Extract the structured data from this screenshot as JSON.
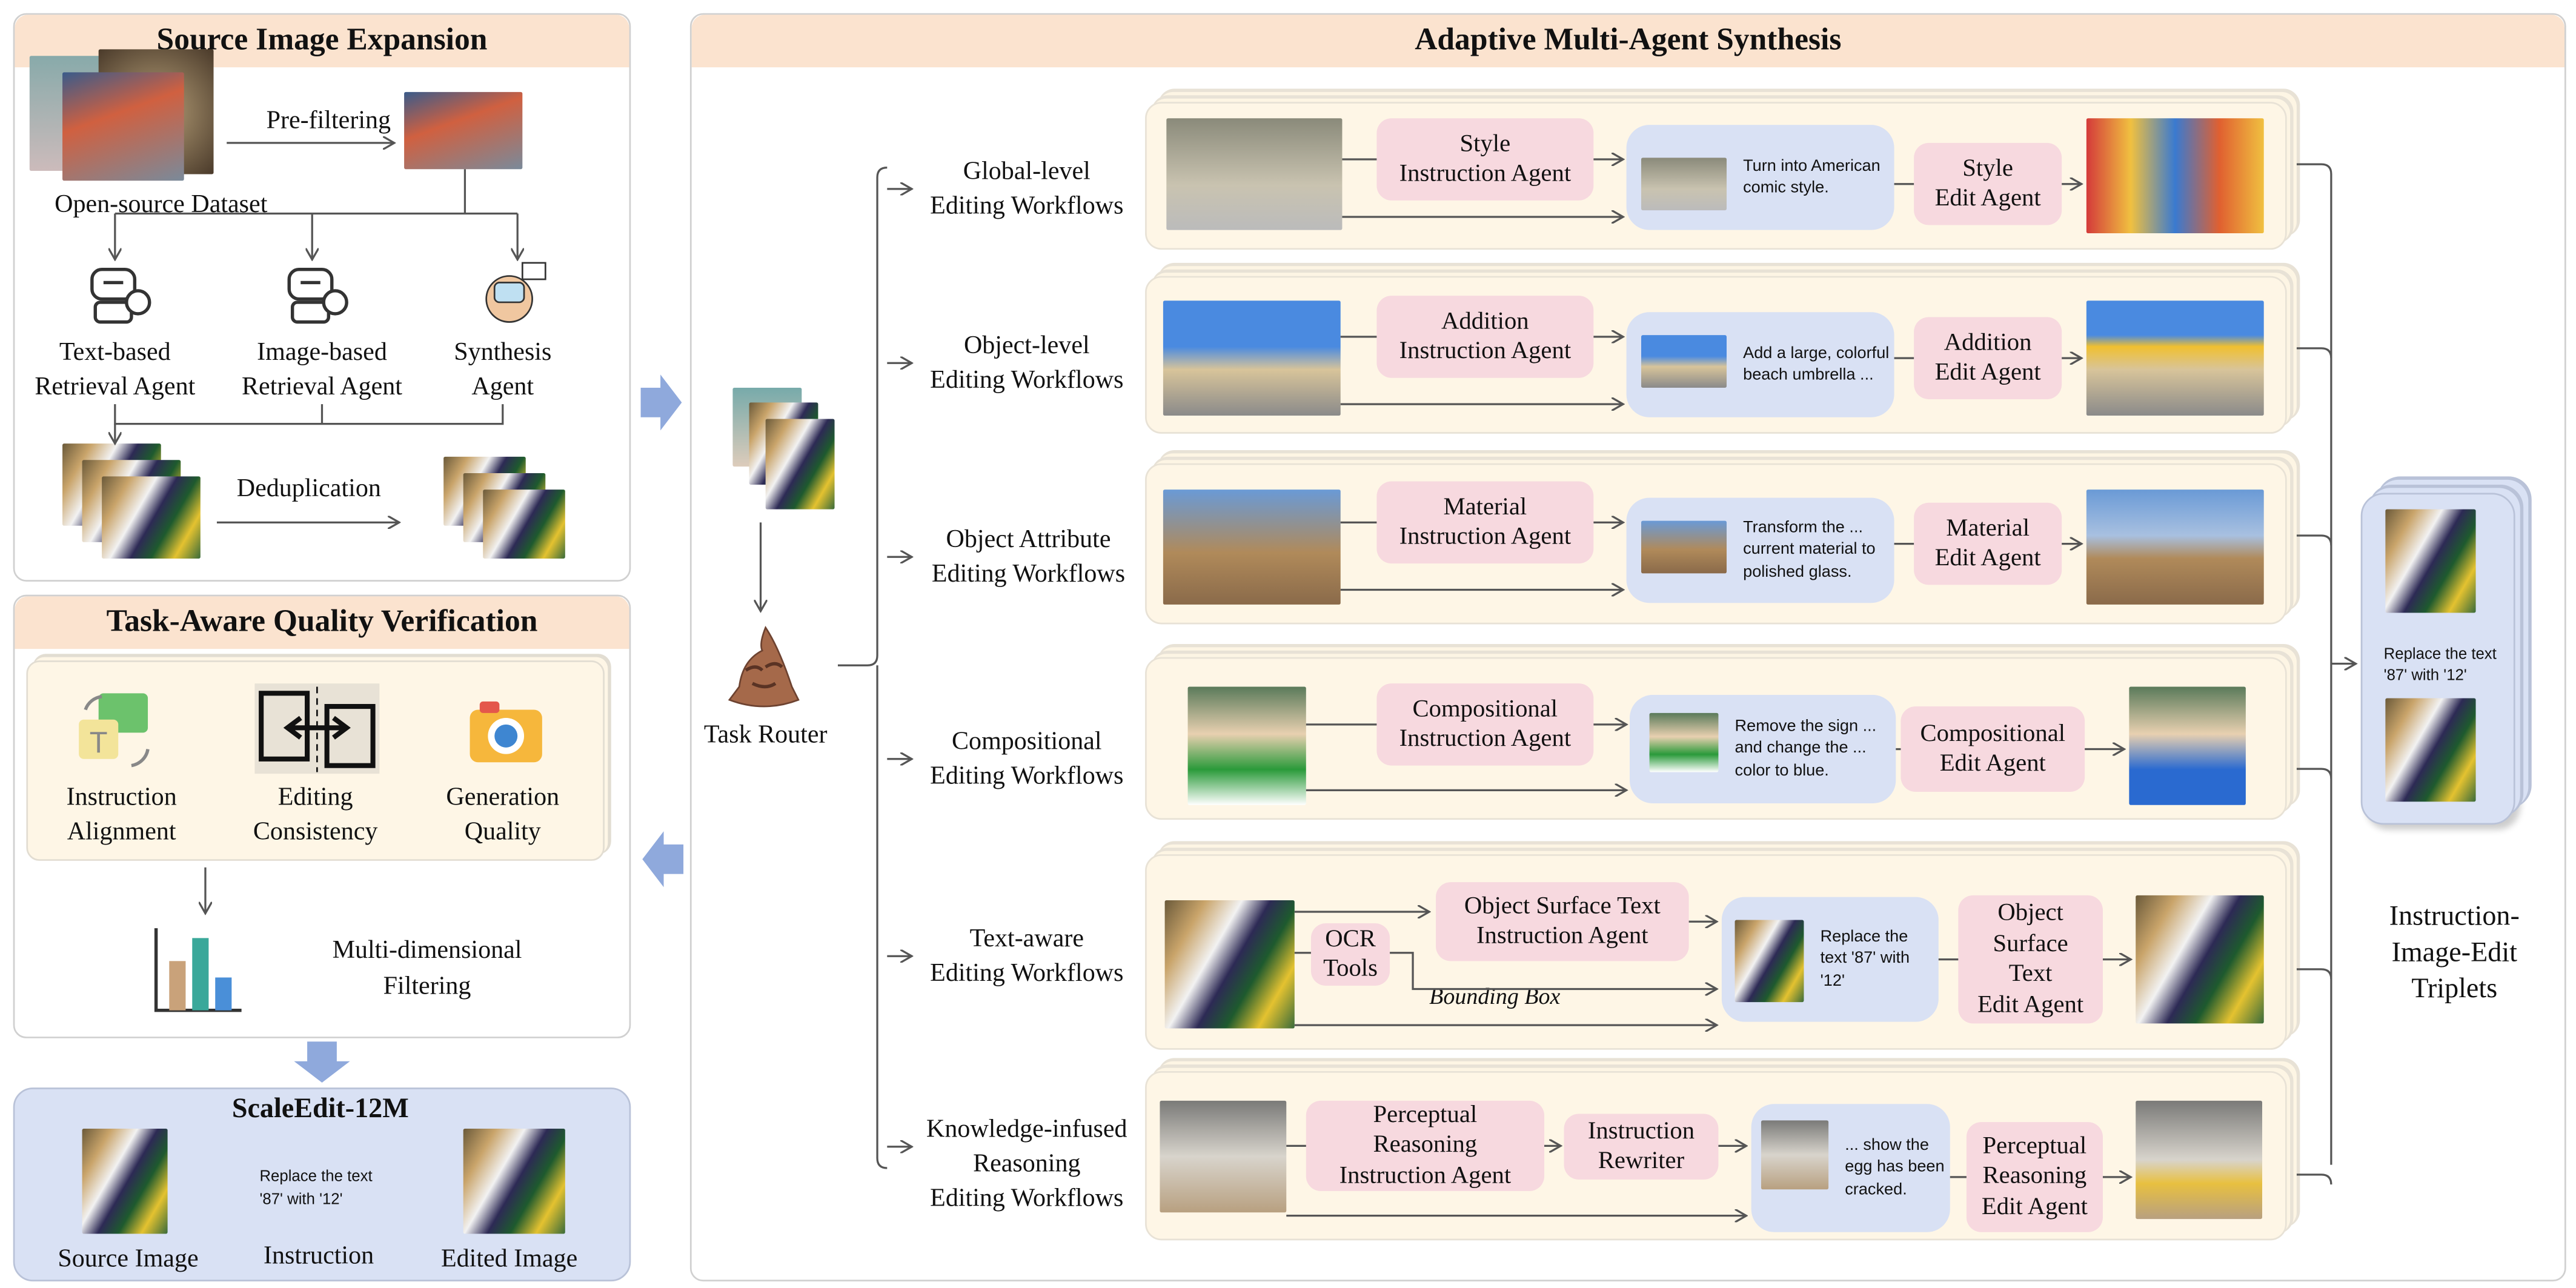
{
  "source_panel": {
    "title": "Source Image Expansion",
    "prefilter_label": "Pre-filtering",
    "dataset_label": "Open-source Dataset",
    "agents": [
      {
        "line1": "Text-based",
        "line2": "Retrieval Agent"
      },
      {
        "line1": "Image-based",
        "line2": "Retrieval Agent"
      },
      {
        "line1": "Synthesis",
        "line2": "Agent"
      }
    ],
    "dedup_label": "Deduplication"
  },
  "quality_panel": {
    "title": "Task-Aware Quality Verification",
    "criteria": [
      {
        "line1": "Instruction",
        "line2": "Alignment"
      },
      {
        "line1": "Editing",
        "line2": "Consistency"
      },
      {
        "line1": "Generation",
        "line2": "Quality"
      }
    ],
    "filter_line1": "Multi-dimensional",
    "filter_line2": "Filtering",
    "bar_colors": [
      "#c9a27a",
      "#3aa89a",
      "#4a8fd8"
    ]
  },
  "dataset_box": {
    "title": "ScaleEdit-12M",
    "instruction_line1": "Replace the text",
    "instruction_line2": "'87' with '12'",
    "source_label": "Source Image",
    "instruction_label": "Instruction",
    "edited_label": "Edited Image"
  },
  "synthesis_panel": {
    "title": "Adaptive Multi-Agent Synthesis",
    "router_label": "Task Router",
    "workflows": [
      {
        "label": [
          "Global-level",
          "Editing Workflows"
        ],
        "agent": [
          "Style",
          "Instruction Agent"
        ],
        "instruction": [
          "Turn into American",
          "comic style."
        ],
        "edit": [
          "Style",
          "Edit Agent"
        ]
      },
      {
        "label": [
          "Object-level",
          "Editing Workflows"
        ],
        "agent": [
          "Addition",
          "Instruction Agent"
        ],
        "instruction": [
          "Add a large, colorful",
          "beach umbrella ..."
        ],
        "edit": [
          "Addition",
          "Edit Agent"
        ]
      },
      {
        "label": [
          "Object Attribute",
          "Editing Workflows"
        ],
        "agent": [
          "Material",
          "Instruction Agent"
        ],
        "instruction": [
          "Transform the ...",
          "current material to",
          "polished glass."
        ],
        "edit": [
          "Material",
          "Edit Agent"
        ]
      },
      {
        "label": [
          "Compositional",
          "Editing Workflows"
        ],
        "agent": [
          "Compositional",
          "Instruction Agent"
        ],
        "instruction": [
          "Remove the sign ...",
          "and change the ...",
          "color to blue."
        ],
        "edit": [
          "Compositional",
          "Edit Agent"
        ]
      },
      {
        "label": [
          "Text-aware",
          "Editing Workflows"
        ],
        "tool": [
          "OCR",
          "Tools"
        ],
        "tool_output": "Bounding Box",
        "agent": [
          "Object Surface Text",
          "Instruction Agent"
        ],
        "instruction": [
          "Replace the",
          "text '87' with",
          "'12'"
        ],
        "edit": [
          "Object",
          "Surface",
          "Text",
          "Edit Agent"
        ]
      },
      {
        "label": [
          "Knowledge-infused",
          "Reasoning",
          "Editing Workflows"
        ],
        "agent": [
          "Perceptual",
          "Reasoning",
          "Instruction Agent"
        ],
        "rewriter": [
          "Instruction",
          "Rewriter"
        ],
        "instruction": [
          "... show the",
          "egg has been",
          "cracked."
        ],
        "edit": [
          "Perceptual",
          "Reasoning",
          "Edit Agent"
        ]
      }
    ],
    "triplet_card": {
      "line1": "Replace the text",
      "line2": "'87' with '12'"
    },
    "output_label": [
      "Instruction-",
      "Image-Edit",
      "Triplets"
    ]
  },
  "colors": {
    "header": "#fbe3cf",
    "agent": "#f7d9df",
    "instruction": "#d9e1f4",
    "row": "#fef6e6",
    "flow_arrow": "#8fa9dc"
  }
}
